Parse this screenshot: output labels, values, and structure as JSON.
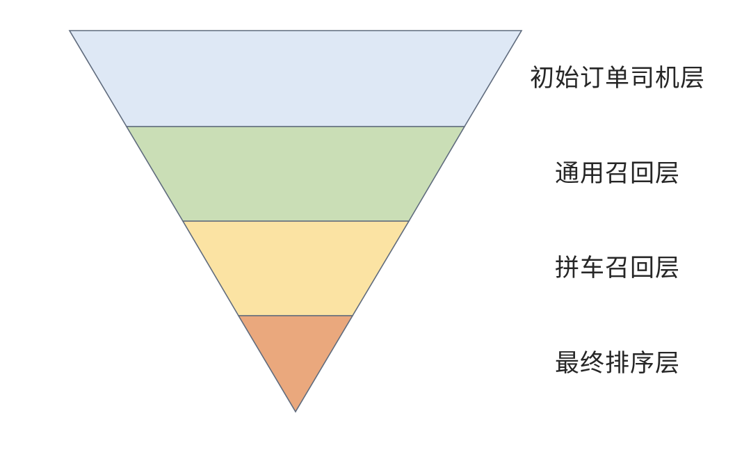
{
  "diagram": {
    "type": "inverted-funnel",
    "background_color": "#ffffff",
    "stroke_color": "#5f6b7d",
    "text_color": "#262626",
    "layers": [
      {
        "id": "initial-order-driver-layer",
        "label": "初始订单司机层",
        "fill": "#dee8f5"
      },
      {
        "id": "general-recall-layer",
        "label": "通用召回层",
        "fill": "#cadeb6"
      },
      {
        "id": "carpool-recall-layer",
        "label": "拼车召回层",
        "fill": "#fbe3a3"
      },
      {
        "id": "final-ranking-layer",
        "label": "最终排序层",
        "fill": "#eaa87d"
      }
    ]
  }
}
